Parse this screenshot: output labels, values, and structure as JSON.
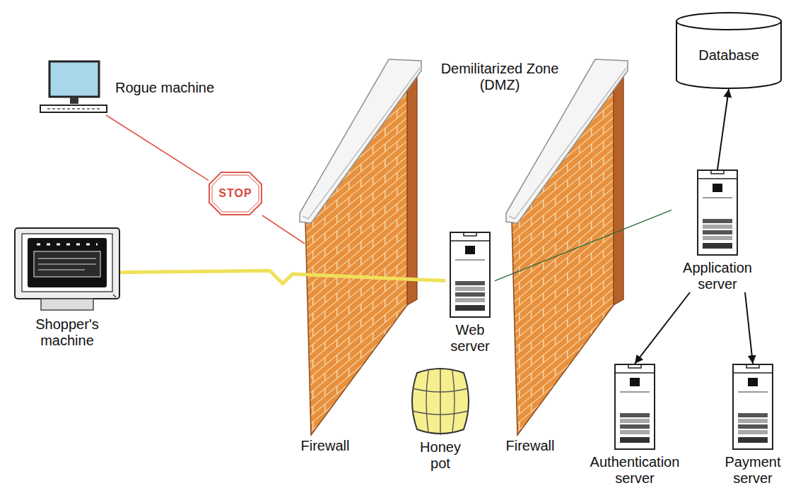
{
  "diagram": {
    "nodes": [
      {
        "text": [
          "Rogue machine"
        ]
      },
      {
        "text": [
          "STOP"
        ]
      },
      {
        "text": [
          "Database"
        ]
      },
      {
        "text": [
          "Shopper's machine"
        ]
      },
      {
        "text": [
          "Web server"
        ]
      },
      {
        "text": [
          "Application server"
        ]
      },
      {
        "text": [
          "Honey pot"
        ]
      },
      {
        "text": [
          "Authentication server"
        ]
      },
      {
        "text": [
          "Payment server"
        ]
      }
    ],
    "edges": [
      {
        "from": 0,
        "to": 1,
        "arrow": "none"
      },
      {
        "from": 3,
        "to": 4,
        "arrow": "none"
      },
      {
        "from": 4,
        "to": 5,
        "arrow": "none"
      },
      {
        "from": 5,
        "to": 2,
        "arrow": "to"
      },
      {
        "from": 5,
        "to": 7,
        "arrow": "to"
      },
      {
        "from": 5,
        "to": 8,
        "arrow": "to"
      }
    ],
    "labels": [
      "Demilitarized Zone (DMZ)",
      "Firewall",
      "Firewall"
    ]
  }
}
